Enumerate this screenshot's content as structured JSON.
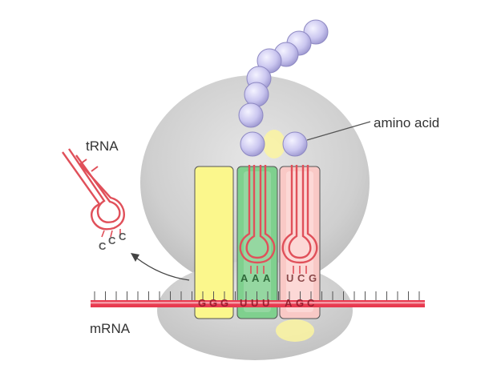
{
  "labels": {
    "trna": "tRNA",
    "mrna": "mRNA",
    "amino_acid": "amino acid"
  },
  "free_trna_anticodon": [
    "C",
    "C",
    "C"
  ],
  "anticodons": {
    "green_site": [
      "A",
      "A",
      "A"
    ],
    "pink_site": [
      "U",
      "C",
      "G"
    ]
  },
  "mrna_codons": {
    "yellow_site": [
      "G",
      "G",
      "G"
    ],
    "green_site": [
      "U",
      "U",
      "U"
    ],
    "pink_site": [
      "A",
      "G",
      "C"
    ]
  },
  "colors": {
    "ribosome": "#d2d2d2",
    "yellow_site": "#fbf78c",
    "green_site": "#7fd08e",
    "pink_site": "#f9c9c6",
    "trna_stroke": "#e0505a",
    "mrna": "#e83a50",
    "amino_acid": "#c9c6ef",
    "base_text_green": "#2f6a3a",
    "base_text_pink": "#8a4a4a",
    "base_text_mrna": "#9a2030"
  },
  "icons": {
    "release_arrow": "curved-arrow-icon"
  }
}
